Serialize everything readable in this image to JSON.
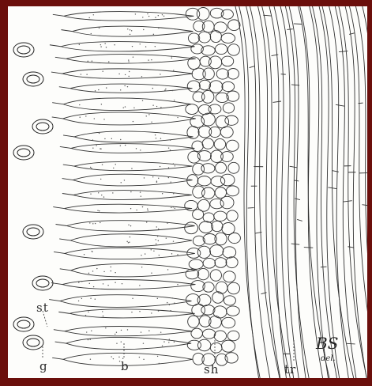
{
  "illustration": {
    "subject": "hymenium-section-drawing",
    "background": "#6b0f0c",
    "paper": "#fdfdfb",
    "ink": "#2a2a2a"
  },
  "labels": {
    "st": "st",
    "g": "g",
    "b": "b",
    "sh": "sh",
    "tr": "tr"
  },
  "signature": {
    "initials": "BS",
    "date": "del."
  }
}
